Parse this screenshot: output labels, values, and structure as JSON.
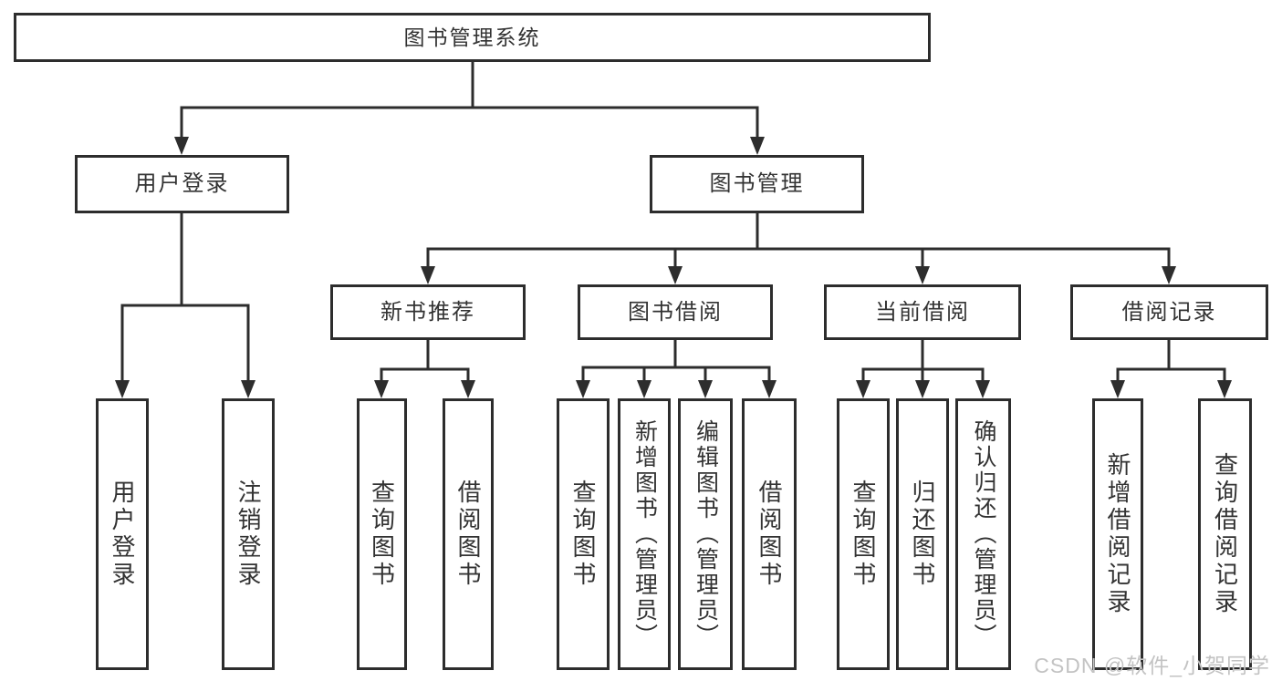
{
  "diagram_title": "图书管理系统",
  "watermark": "CSDN @软件_小贺同学",
  "colors": {
    "line": "#2d2d2d",
    "box_border": "#2d2d2d",
    "box_background": "#ffffff",
    "label_text": "#333333",
    "watermark_text": "#c3c3c3",
    "page_background": "#ffffff"
  },
  "tree": {
    "root": {
      "label": "图书管理系统"
    },
    "user_login": {
      "label": "用户登录",
      "children": [
        {
          "label": "用户登录"
        },
        {
          "label": "注销登录"
        }
      ]
    },
    "book_mgmt": {
      "label": "图书管理",
      "groups": [
        {
          "label": "新书推荐",
          "children": [
            {
              "label": "查询图书"
            },
            {
              "label": "借阅图书"
            }
          ]
        },
        {
          "label": "图书借阅",
          "children": [
            {
              "label": "查询图书"
            },
            {
              "label": "新增图书（管理员）"
            },
            {
              "label": "编辑图书（管理员）"
            },
            {
              "label": "借阅图书"
            }
          ]
        },
        {
          "label": "当前借阅",
          "children": [
            {
              "label": "查询图书"
            },
            {
              "label": "归还图书"
            },
            {
              "label": "确认归还（管理员）"
            }
          ]
        },
        {
          "label": "借阅记录",
          "children": [
            {
              "label": "新增借阅记录"
            },
            {
              "label": "查询借阅记录"
            }
          ]
        }
      ]
    }
  }
}
